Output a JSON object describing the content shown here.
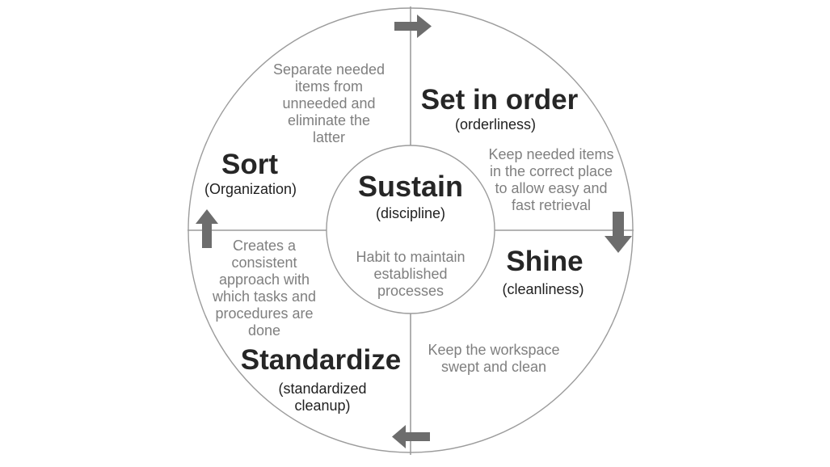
{
  "colors": {
    "background": "#ffffff",
    "heading_text": "#262626",
    "subtitle_text": "#1f1f1f",
    "description_text": "#7f7f7f",
    "arrow_fill": "#6d6d6d",
    "line_stroke": "#9c9c9c",
    "inner_circle_fill": "#ffffff"
  },
  "center": {
    "heading": "Sustain",
    "subtitle": "(discipline)",
    "description": "Habit to maintain\nestablished\nprocesses"
  },
  "quadrants": [
    {
      "id": "sort",
      "heading": "Sort",
      "subtitle": "(Organization)",
      "description": "Separate needed\nitems from\nunneeded and\neliminate the\nlatter"
    },
    {
      "id": "set-in-order",
      "heading": "Set in order",
      "subtitle": "(orderliness)",
      "description": "Keep needed items\nin the correct place\nto allow easy and\nfast retrieval"
    },
    {
      "id": "shine",
      "heading": "Shine",
      "subtitle": "(cleanliness)",
      "description": "Keep the workspace\nswept and clean"
    },
    {
      "id": "standardize",
      "heading": "Standardize",
      "subtitle": "(standardized\ncleanup)",
      "description": "Creates a\nconsistent\napproach with\nwhich tasks and\nprocedures are\ndone"
    }
  ],
  "arrows": [
    {
      "name": "right-arrow-icon",
      "position": "top"
    },
    {
      "name": "down-arrow-icon",
      "position": "right"
    },
    {
      "name": "left-arrow-icon",
      "position": "bottom"
    },
    {
      "name": "up-arrow-icon",
      "position": "left"
    }
  ]
}
